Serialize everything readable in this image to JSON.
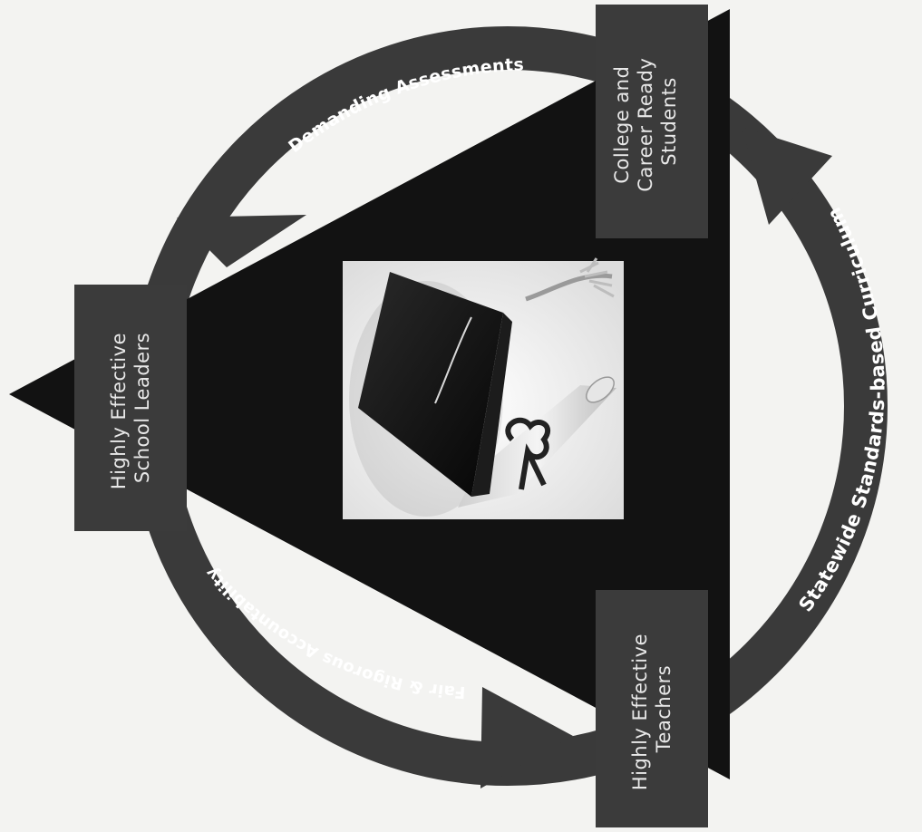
{
  "nodes": {
    "students": {
      "lines": [
        "College and",
        "Career Ready",
        "Students"
      ]
    },
    "leaders": {
      "lines": [
        "Highly Effective",
        "School Leaders"
      ]
    },
    "teachers": {
      "lines": [
        "Highly Effective",
        "Teachers"
      ]
    }
  },
  "cycle": {
    "assessments": "Demanding Assessments",
    "curriculum": "Statewide Standards-based Curriculum",
    "accountability": "Fair & Rigorous Accountability"
  },
  "colors": {
    "ring": "#3a3a3a",
    "triangle": "#121212",
    "box": "#3b3b3b",
    "background": "#f3f3f1",
    "label": "#ffffff"
  },
  "center_image": {
    "icon": "graduation-cap-and-diploma-icon"
  }
}
